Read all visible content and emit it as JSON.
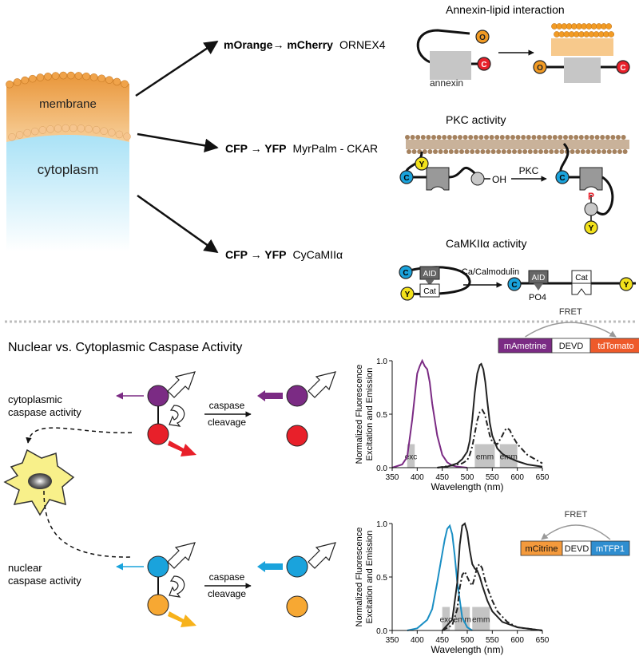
{
  "top": {
    "membrane_label": "membrane",
    "cytoplasm_label": "cytoplasm",
    "sensors": [
      {
        "bold": "mOrange→ mCherry",
        "name": "ORNEX4"
      },
      {
        "bold": "CFP → YFP",
        "name": "MyrPalm - CKAR"
      },
      {
        "bold": "CFP → YFP",
        "name": "CyCaMIIα"
      }
    ],
    "annexin": {
      "title": "Annexin-lipid interaction",
      "protein": "annexin",
      "o": "O",
      "c": "C"
    },
    "pkc": {
      "title": "PKC activity",
      "y": "Y",
      "c": "C",
      "oh": "OH",
      "enzyme": "PKC",
      "p": "P"
    },
    "camk": {
      "title": "CaMKIIα activity",
      "c": "C",
      "y": "Y",
      "aid": "AID",
      "cat": "Cat",
      "activator": "Ca/Calmodulin",
      "po4": "PO4"
    }
  },
  "bottom": {
    "title": "Nuclear  vs. Cytoplasmic Caspase Activity",
    "cyto_label": [
      "cytoplasmic",
      "caspase activity"
    ],
    "nuclear_label": [
      "nuclear",
      "caspase activity"
    ],
    "cleavage_label": [
      "caspase",
      "cleavage"
    ],
    "colors": {
      "purple": "#7b2b84",
      "red": "#e8202a",
      "blue": "#1aa3dc",
      "orange": "#f7a833",
      "cell": "#f8f08a"
    }
  },
  "chart_data": [
    {
      "type": "line",
      "xlabel": "Wavelength (nm)",
      "ylabel": "Normalized Fluorescence Excitation and Emission",
      "xlim": [
        350,
        650
      ],
      "ylim": [
        0,
        1.0
      ],
      "xticks": [
        350,
        400,
        450,
        500,
        550,
        600,
        650
      ],
      "yticks": [
        0,
        0.5,
        1.0
      ],
      "construct": {
        "fret": "FRET",
        "segments": [
          "mAmetrine",
          "DEVD",
          "tdTomato"
        ],
        "colors": [
          "#7b2b84",
          "#ffffff",
          "#ee5a2a"
        ]
      },
      "series": [
        {
          "color": "#7b2b84",
          "style": "solid",
          "x": [
            350,
            370,
            380,
            390,
            400,
            405,
            410,
            415,
            420,
            425,
            430,
            440,
            450,
            460,
            470,
            480,
            500
          ],
          "y": [
            0.0,
            0.03,
            0.1,
            0.45,
            0.88,
            0.95,
            1.0,
            0.95,
            0.92,
            0.8,
            0.6,
            0.3,
            0.12,
            0.05,
            0.02,
            0.01,
            0.0
          ]
        },
        {
          "color": "#222222",
          "style": "solid",
          "x": [
            440,
            460,
            480,
            490,
            500,
            505,
            510,
            515,
            520,
            525,
            528,
            532,
            536,
            540,
            545,
            550,
            560,
            570,
            580,
            600,
            620,
            650
          ],
          "y": [
            0.0,
            0.01,
            0.04,
            0.08,
            0.15,
            0.25,
            0.45,
            0.7,
            0.88,
            0.96,
            0.97,
            0.92,
            0.8,
            0.62,
            0.42,
            0.3,
            0.18,
            0.13,
            0.1,
            0.06,
            0.03,
            0.01
          ]
        },
        {
          "color": "#222222",
          "style": "dashdot",
          "x": [
            440,
            470,
            490,
            500,
            505,
            510,
            515,
            520,
            525,
            530,
            535,
            540,
            545,
            550,
            560,
            570,
            575,
            580,
            585,
            590,
            600,
            620,
            650
          ],
          "y": [
            0.0,
            0.02,
            0.04,
            0.07,
            0.12,
            0.2,
            0.32,
            0.44,
            0.52,
            0.54,
            0.5,
            0.4,
            0.3,
            0.24,
            0.22,
            0.3,
            0.35,
            0.37,
            0.35,
            0.3,
            0.22,
            0.12,
            0.04
          ]
        }
      ],
      "bands": [
        {
          "label": "exc",
          "from": 380,
          "to": 395,
          "height": 0.22
        },
        {
          "label": "emm",
          "from": 515,
          "to": 555,
          "height": 0.22
        },
        {
          "label": "emm",
          "from": 565,
          "to": 600,
          "height": 0.22
        }
      ]
    },
    {
      "type": "line",
      "xlabel": "Wavelength (nm)",
      "ylabel": "Normalized Fluorescence Excitation and Emission",
      "xlim": [
        350,
        650
      ],
      "ylim": [
        0,
        1.0
      ],
      "xticks": [
        350,
        400,
        450,
        500,
        550,
        600,
        650
      ],
      "yticks": [
        0,
        0.5,
        1.0
      ],
      "construct": {
        "fret": "FRET",
        "segments": [
          "mCitrine",
          "DEVD",
          "mTFP1"
        ],
        "colors": [
          "#f49a3c",
          "#ffffff",
          "#2f8ed0"
        ]
      },
      "series": [
        {
          "color": "#1b8fc4",
          "style": "solid",
          "x": [
            380,
            400,
            420,
            430,
            440,
            450,
            455,
            460,
            465,
            470,
            475,
            480,
            490,
            500,
            510
          ],
          "y": [
            0.0,
            0.02,
            0.1,
            0.2,
            0.45,
            0.72,
            0.85,
            0.95,
            0.98,
            0.9,
            0.7,
            0.45,
            0.12,
            0.03,
            0.0
          ]
        },
        {
          "color": "#222222",
          "style": "solid",
          "x": [
            450,
            470,
            480,
            485,
            490,
            495,
            500,
            505,
            510,
            515,
            520,
            525,
            530,
            540,
            550,
            570,
            600,
            650
          ],
          "y": [
            0.0,
            0.1,
            0.45,
            0.8,
            0.98,
            1.0,
            0.92,
            0.75,
            0.62,
            0.58,
            0.56,
            0.5,
            0.42,
            0.28,
            0.18,
            0.08,
            0.03,
            0.0
          ]
        },
        {
          "color": "#222222",
          "style": "dashdot",
          "x": [
            450,
            470,
            480,
            485,
            490,
            495,
            500,
            505,
            510,
            515,
            520,
            525,
            530,
            535,
            540,
            550,
            560,
            580,
            600,
            650
          ],
          "y": [
            0.0,
            0.05,
            0.2,
            0.4,
            0.52,
            0.55,
            0.5,
            0.45,
            0.42,
            0.5,
            0.6,
            0.62,
            0.58,
            0.48,
            0.4,
            0.28,
            0.18,
            0.08,
            0.03,
            0.0
          ]
        }
      ],
      "bands": [
        {
          "label": "exc",
          "from": 450,
          "to": 465,
          "height": 0.22
        },
        {
          "label": "emm",
          "from": 475,
          "to": 505,
          "height": 0.22
        },
        {
          "label": "emm",
          "from": 510,
          "to": 545,
          "height": 0.22
        }
      ]
    }
  ]
}
